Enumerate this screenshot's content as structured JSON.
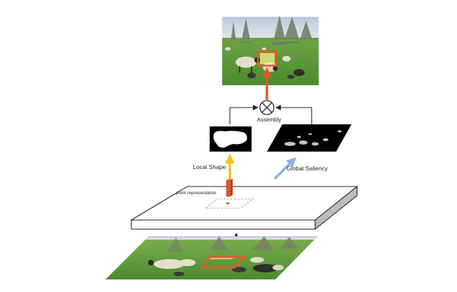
{
  "labels": {
    "assembly": "Assembly",
    "local_shape": "Local Shape",
    "global_saliency": "Global Saliency",
    "point_representation": "point representation"
  },
  "colors": {
    "highlight": "#e8562a",
    "local_arrow": "#f3c324",
    "global_arrow": "#8fb0e6",
    "stroke": "#222222",
    "grass": "#5c9a3a",
    "sky": "#c9d7e6"
  },
  "icons": {
    "assembly_operator": "circle-times-icon"
  }
}
